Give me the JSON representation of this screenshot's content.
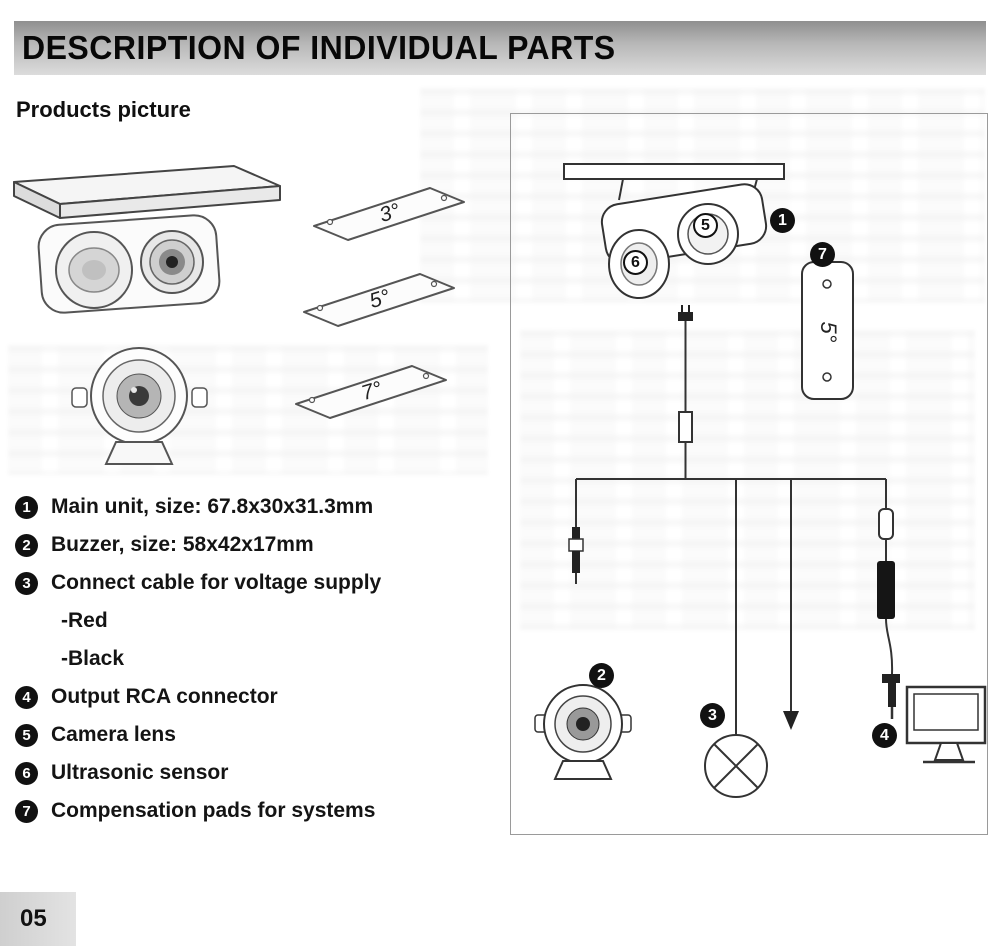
{
  "header": {
    "title": "DESCRIPTION OF INDIVIDUAL PARTS"
  },
  "section": {
    "subtitle": "Products picture"
  },
  "pads": {
    "labels": [
      "3°",
      "5°",
      "7°"
    ]
  },
  "parts_list": {
    "items": [
      {
        "num": "1",
        "label": "Main unit, size: 67.8x30x31.3mm"
      },
      {
        "num": "2",
        "label": "Buzzer, size: 58x42x17mm"
      },
      {
        "num": "3",
        "label": "Connect cable for voltage supply"
      },
      {
        "num": "4",
        "label": "Output RCA connector"
      },
      {
        "num": "5",
        "label": "Camera lens"
      },
      {
        "num": "6",
        "label": "Ultrasonic sensor"
      },
      {
        "num": "7",
        "label": "Compensation pads for systems"
      }
    ],
    "cable_colors": [
      "-Red",
      "-Black"
    ]
  },
  "diagram": {
    "pad_label": "5°",
    "callouts": {
      "main_unit": "1",
      "buzzer": "2",
      "cable": "3",
      "rca": "4",
      "lens": "5",
      "sensor": "6",
      "pad": "7"
    }
  },
  "footer": {
    "page_number": "05"
  },
  "colors": {
    "header_gradient_top": "#8f8f8f",
    "header_gradient_bottom": "#dcdcdc",
    "ink": "#141414",
    "line": "#333333"
  }
}
